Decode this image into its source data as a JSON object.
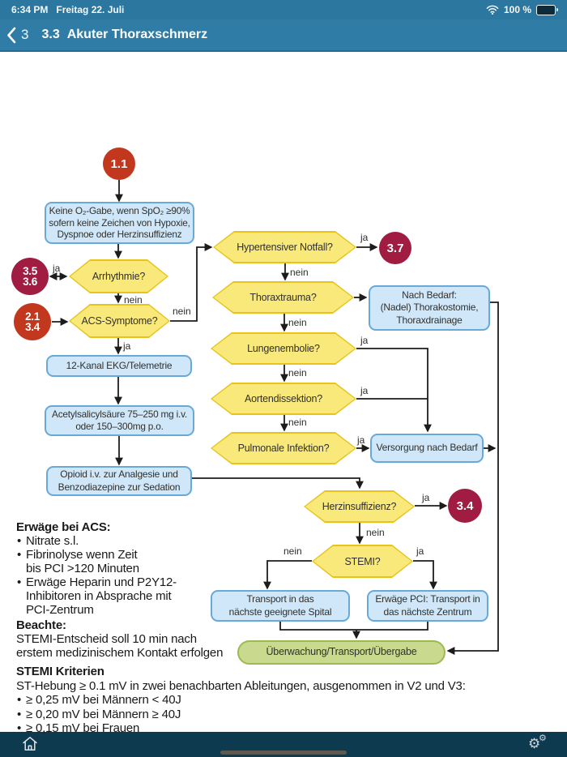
{
  "colors": {
    "header_teal": "#2f7da6",
    "toolbar_navy": "#0e3a50",
    "decision_yellow": "#f8e97a",
    "decision_yellow_border": "#e7c31b",
    "action_blue": "#cfe7f8",
    "action_blue_border": "#68a9d8",
    "final_green": "#c9da8e",
    "final_green_border": "#9cba52",
    "ref_red": "#c2381f",
    "ref_maroon": "#a01c41",
    "line_black": "#1d1c1a"
  },
  "status_bar": {
    "time": "6:34 PM",
    "date": "Freitag 22. Juli",
    "battery_percent": "100 %"
  },
  "nav_bar": {
    "back_page": "3",
    "section_number": "3.3",
    "title": "Akuter Thoraxschmerz"
  },
  "flowchart": {
    "start_ref": "1.1",
    "refs": {
      "arrhythmia_top": "3.5",
      "arrhythmia_bottom": "3.6",
      "acs_top": "2.1",
      "acs_bottom": "3.4",
      "hypertensive": "3.7",
      "heart_failure": "3.4"
    },
    "decisions": {
      "arrhythmia": "Arrhythmie?",
      "acs": "ACS-Symptome?",
      "hypertensive": "Hypertensiver Notfall?",
      "thoraxtrauma": "Thoraxtrauma?",
      "lungenembolie": "Lungenembolie?",
      "aortendissektion": "Aortendissektion?",
      "pulmonale": "Pulmonale Infektion?",
      "herzinsuffizienz": "Herzinsuffizienz?",
      "stemi": "STEMI?"
    },
    "boxes": {
      "oxygen_lines": [
        "Keine O₂-Gabe, wenn SpO₂ ≥90%",
        "sofern keine Zeichen von Hypoxie,",
        "Dyspnoe oder Herzinsuffizienz"
      ],
      "ekg": "12-Kanal EKG/Telemetrie",
      "asa_lines": [
        "Acetylsalicylsäure 75–250 mg i.v.",
        "oder 150–300mg p.o."
      ],
      "opioid_lines": [
        "Opioid i.v. zur Analgesie und",
        "Benzodiazepine zur Sedation"
      ],
      "thoracostomy_lines": [
        "Nach Bedarf:",
        "(Nadel) Thorakostomie,",
        "Thoraxdrainage"
      ],
      "care": "Versorgung nach Bedarf",
      "hospital_lines": [
        "Transport in das",
        "nächste geeignete Spital"
      ],
      "pci_lines": [
        "Erwäge PCI: Transport in",
        "das nächste Zentrum"
      ],
      "handover": "Überwachung/Transport/Übergabe"
    },
    "edge_labels": {
      "yes": "ja",
      "no": "nein"
    }
  },
  "notes": {
    "acs_title": "Erwäge bei ACS:",
    "acs_b1": "Nitrate s.l.",
    "acs_b2a": "Fibrinolyse wenn Zeit",
    "acs_b2b": "bis PCI >120 Minuten",
    "acs_b3a": "Erwäge Heparin und P2Y12-",
    "acs_b3b": "Inhibitoren in Absprache mit",
    "acs_b3c": "PCI-Zentrum",
    "note_title": "Beachte:",
    "note_l1": "STEMI-Entscheid soll 10 min nach",
    "note_l2": "erstem medizinischem Kontakt erfolgen",
    "stemi_title": "STEMI Kriterien",
    "stemi_intro": "ST-Hebung ≥ 0.1 mV in zwei benachbarten Ableitungen, ausgenommen in V2 und V3:",
    "stemi_b1": "≥ 0,25 mV bei Männern < 40J",
    "stemi_b2": "≥ 0,20 mV bei Männern ≥ 40J",
    "stemi_b3": "≥ 0,15 mV bei Frauen"
  },
  "toolbar": {
    "icons": [
      "home-icon",
      "gears-icon"
    ]
  }
}
